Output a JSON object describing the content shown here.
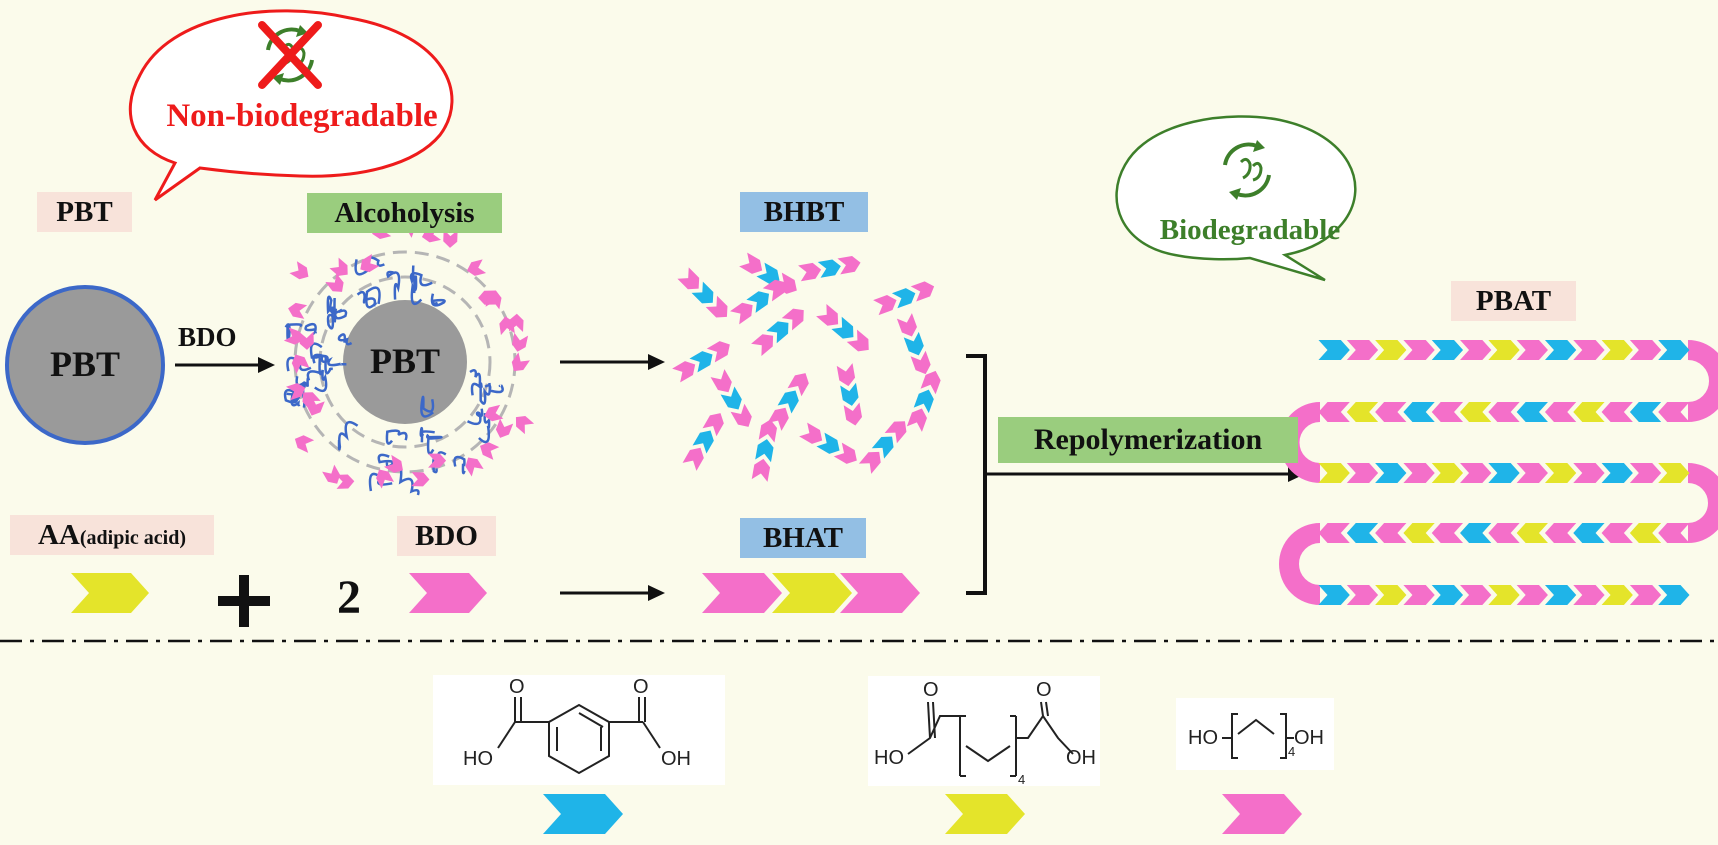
{
  "labels": {
    "pbt_tag": "PBT",
    "alcoholysis": "Alcoholysis",
    "bhbt": "BHBT",
    "pbat": "PBAT",
    "aa_main": "AA",
    "aa_sub": "(adipic acid)",
    "bdo_tag": "BDO",
    "bhat": "BHAT",
    "repolymerization": "Repolymerization",
    "pbt_circle": "PBT",
    "pbt_core": "PBT",
    "bdo_arrow": "BDO",
    "plus": "+",
    "two": "2"
  },
  "bubbles": {
    "non_bio": "Non-biodegradable",
    "bio": "Biodegradable"
  },
  "chem": {
    "ho": "HO",
    "oh": "OH",
    "o": "O",
    "sub4": "4"
  },
  "colors": {
    "background": "#fbfbeb",
    "pink": "#f46fc9",
    "yellow": "#e4e42a",
    "blue": "#1fb4e8",
    "dark_blue": "#3c68c8",
    "green_text": "#3d7f2a",
    "red_text": "#ee1b1b",
    "gray_circle": "#9a9a9a"
  }
}
